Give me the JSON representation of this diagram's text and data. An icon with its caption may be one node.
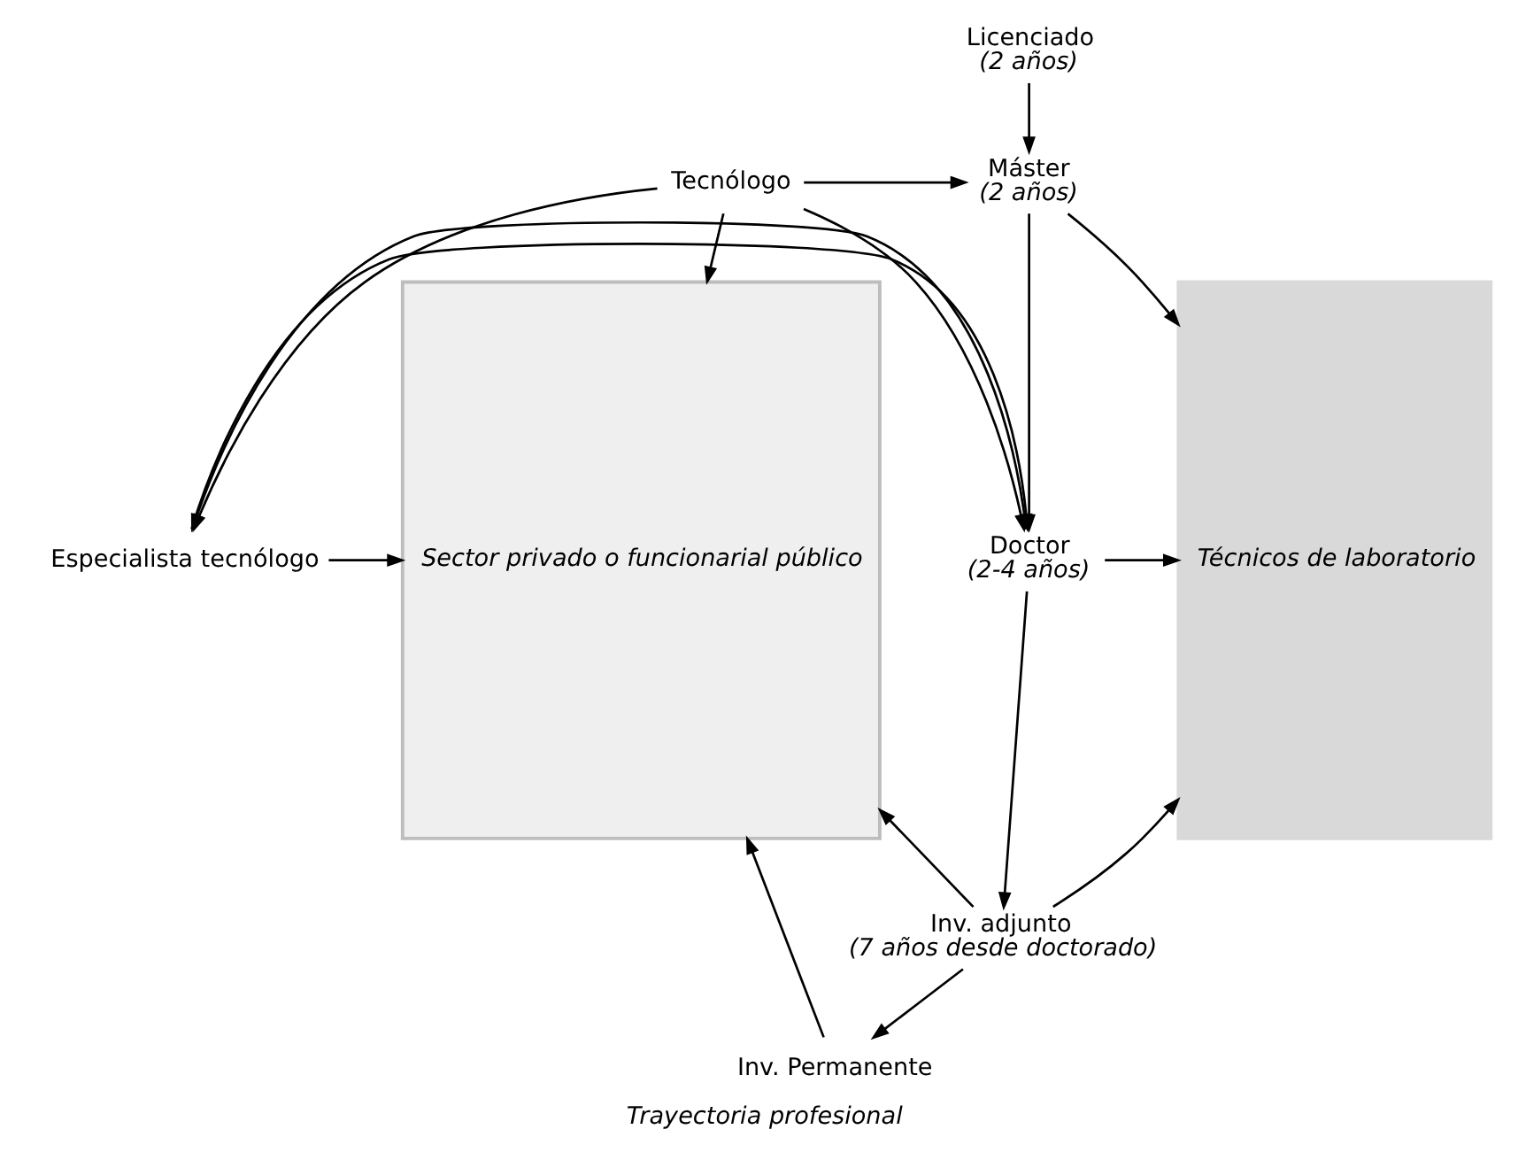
{
  "diagram": {
    "caption": "Trayectoria profesional",
    "nodes": [
      {
        "text": [
          "Técnicos de laboratorio"
        ]
      },
      {
        "text": [
          "Sector privado o funcionarial público"
        ]
      },
      {
        "text": [
          "Licenciado",
          "(2 años)"
        ]
      },
      {
        "text": [
          "Máster",
          "(2 años)"
        ]
      },
      {
        "text": [
          "Tecnólogo"
        ]
      },
      {
        "text": [
          "Doctor",
          "(2-4 años)"
        ]
      },
      {
        "text": [
          "Especialista tecnólogo"
        ]
      },
      {
        "text": [
          "Inv. adjunto",
          "(7 años desde doctorado)"
        ]
      },
      {
        "text": [
          "Inv. Permanente"
        ]
      }
    ],
    "edges": [
      {
        "from": 2,
        "to": 3,
        "arrow": "to"
      },
      {
        "from": 3,
        "to": 0,
        "arrow": "to"
      },
      {
        "from": 4,
        "to": 3,
        "arrow": "to"
      },
      {
        "from": 4,
        "to": 1,
        "arrow": "to"
      },
      {
        "from": 4,
        "to": 5,
        "arrow": "to"
      },
      {
        "from": 4,
        "to": 6,
        "arrow": "to"
      },
      {
        "from": 3,
        "to": 5,
        "arrow": "to"
      },
      {
        "from": 6,
        "to": 5,
        "arrow": "to"
      },
      {
        "from": 5,
        "to": 6,
        "arrow": "to"
      },
      {
        "from": 5,
        "to": 0,
        "arrow": "to"
      },
      {
        "from": 6,
        "to": 1,
        "arrow": "to"
      },
      {
        "from": 5,
        "to": 7,
        "arrow": "to"
      },
      {
        "from": 7,
        "to": 0,
        "arrow": "to"
      },
      {
        "from": 7,
        "to": 1,
        "arrow": "to"
      },
      {
        "from": 7,
        "to": 8,
        "arrow": "to"
      },
      {
        "from": 8,
        "to": 1,
        "arrow": "to"
      }
    ]
  }
}
